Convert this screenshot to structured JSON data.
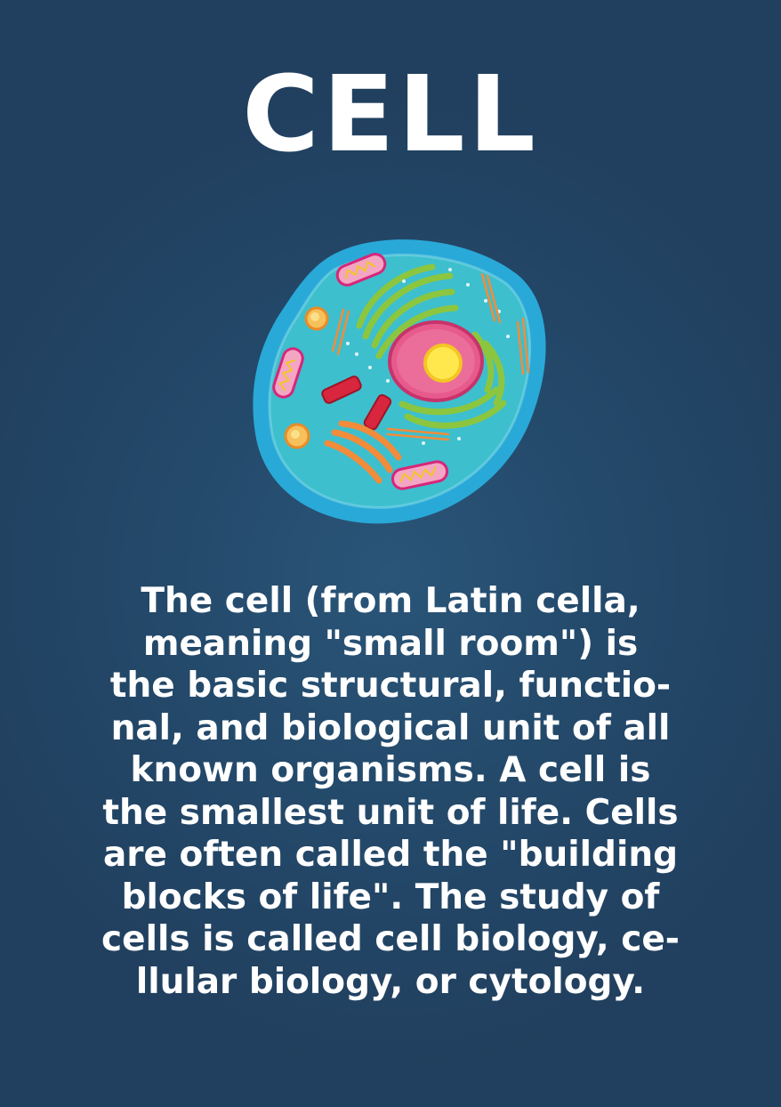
{
  "title": "CELL",
  "illustration": {
    "icon": "animal-cell-icon",
    "colors": {
      "membrane": "#29a9d8",
      "cytoplasm": "#3dbfce",
      "golgi": "#8cc63f",
      "nucleus": "#e75b8c",
      "nucleolus": "#ffe84d",
      "mitochondria": "#f3a6c3",
      "organelle_red": "#d7263d",
      "er_orange": "#f28c3a"
    }
  },
  "description_lines": [
    "The cell (from Latin cella,",
    "meaning \"small room\") is",
    "the basic structural, functio-",
    "nal, and biological unit of all",
    "known organisms. A cell is",
    "the smallest unit of life. Cells",
    "are often called the \"building",
    "blocks of life\". The study of",
    "cells is called cell biology, ce-",
    "llular biology, or cytology."
  ]
}
